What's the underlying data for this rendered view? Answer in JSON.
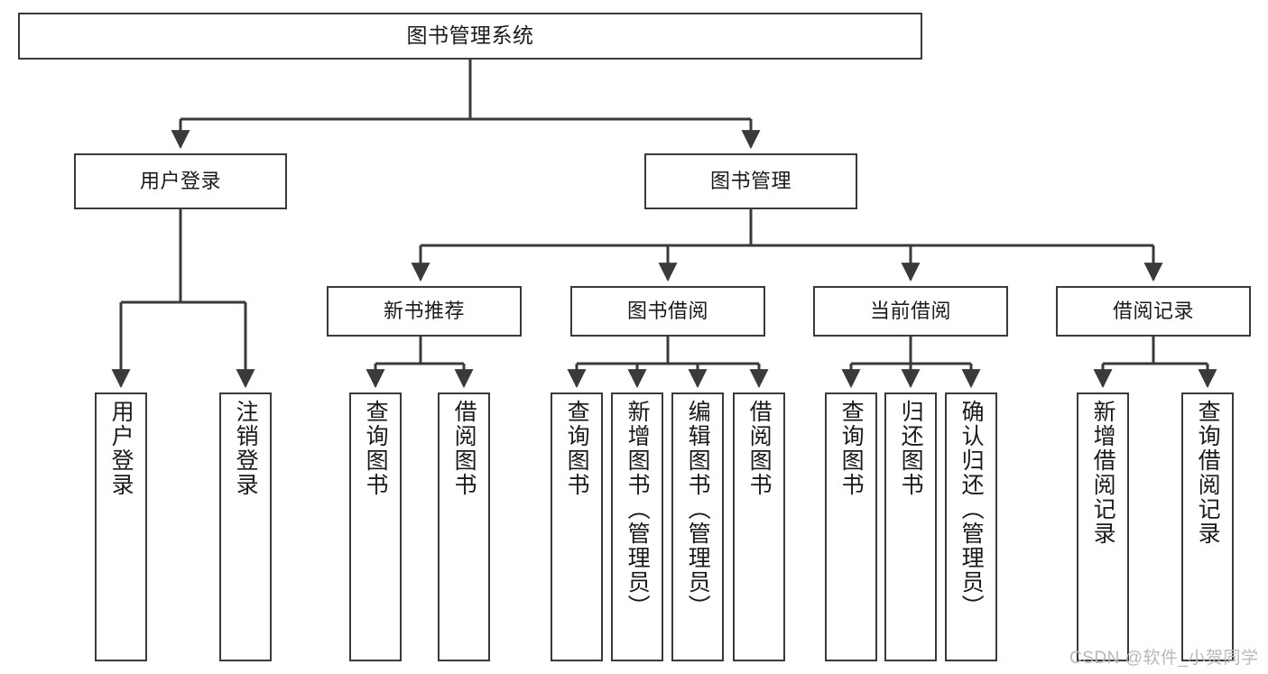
{
  "diagram": {
    "type": "tree-hierarchy-chart",
    "title_node": "图书管理系统",
    "watermark": "CSDN @软件_小贺同学",
    "colors": {
      "stroke": "#3a3a3a",
      "fill": "#ffffff",
      "text": "#1a1a1a",
      "watermark": "#b9b9b9"
    },
    "levels": {
      "level0": [
        "图书管理系统"
      ],
      "level1": [
        "用户登录",
        "图书管理"
      ],
      "level2": [
        "新书推荐",
        "图书借阅",
        "当前借阅",
        "借阅记录"
      ],
      "level3": [
        "用户登录",
        "注销登录",
        "查询图书",
        "借阅图书",
        "查询图书",
        "新增图书（管理员）",
        "编辑图书（管理员）",
        "借阅图书",
        "查询图书",
        "归还图书",
        "确认归还（管理员）",
        "新增借阅记录",
        "查询借阅记录"
      ]
    },
    "nodes": {
      "root": {
        "label": "图书管理系统"
      },
      "user_login": {
        "label": "用户登录"
      },
      "book_manage": {
        "label": "图书管理"
      },
      "new_book_rec": {
        "label": "新书推荐"
      },
      "book_borrow": {
        "label": "图书借阅"
      },
      "current_borrow": {
        "label": "当前借阅"
      },
      "borrow_record": {
        "label": "借阅记录"
      },
      "leaf_user_login": {
        "label": "用户登录"
      },
      "leaf_logout": {
        "label": "注销登录"
      },
      "leaf_query_book_a": {
        "label": "查询图书"
      },
      "leaf_borrow_book_a": {
        "label": "借阅图书"
      },
      "leaf_query_book_b": {
        "label": "查询图书"
      },
      "leaf_add_book": {
        "label": "新增图书（管理员）"
      },
      "leaf_edit_book": {
        "label": "编辑图书（管理员）"
      },
      "leaf_borrow_book_b": {
        "label": "借阅图书"
      },
      "leaf_query_book_c": {
        "label": "查询图书"
      },
      "leaf_return_book": {
        "label": "归还图书"
      },
      "leaf_confirm_return": {
        "label": "确认归还（管理员）"
      },
      "leaf_add_record": {
        "label": "新增借阅记录"
      },
      "leaf_query_record": {
        "label": "查询借阅记录"
      }
    },
    "edges": [
      {
        "from": "root",
        "to": "user_login"
      },
      {
        "from": "root",
        "to": "book_manage"
      },
      {
        "from": "user_login",
        "to": "leaf_user_login"
      },
      {
        "from": "user_login",
        "to": "leaf_logout"
      },
      {
        "from": "book_manage",
        "to": "new_book_rec"
      },
      {
        "from": "book_manage",
        "to": "book_borrow"
      },
      {
        "from": "book_manage",
        "to": "current_borrow"
      },
      {
        "from": "book_manage",
        "to": "borrow_record"
      },
      {
        "from": "new_book_rec",
        "to": "leaf_query_book_a"
      },
      {
        "from": "new_book_rec",
        "to": "leaf_borrow_book_a"
      },
      {
        "from": "book_borrow",
        "to": "leaf_query_book_b"
      },
      {
        "from": "book_borrow",
        "to": "leaf_add_book"
      },
      {
        "from": "book_borrow",
        "to": "leaf_edit_book"
      },
      {
        "from": "book_borrow",
        "to": "leaf_borrow_book_b"
      },
      {
        "from": "current_borrow",
        "to": "leaf_query_book_c"
      },
      {
        "from": "current_borrow",
        "to": "leaf_return_book"
      },
      {
        "from": "current_borrow",
        "to": "leaf_confirm_return"
      },
      {
        "from": "borrow_record",
        "to": "leaf_add_record"
      },
      {
        "from": "borrow_record",
        "to": "leaf_query_record"
      }
    ]
  }
}
